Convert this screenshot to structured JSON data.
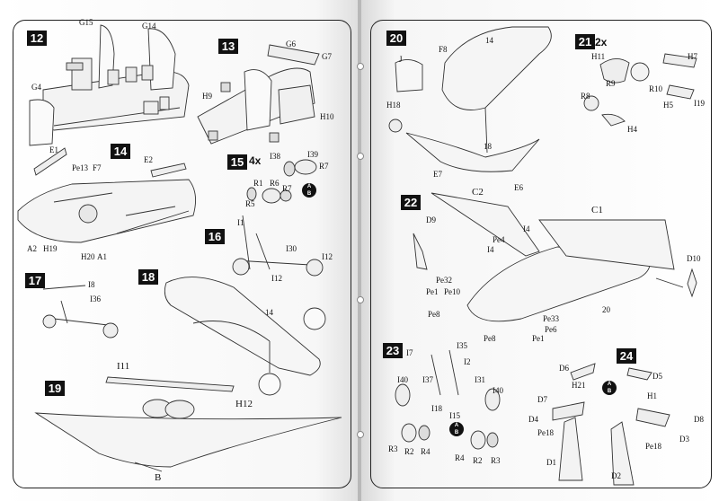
{
  "left_steps": {
    "s12": "12",
    "s13": "13",
    "s14": "14",
    "s15": "15",
    "s15_mult": "4x",
    "s16": "16",
    "s17": "17",
    "s18": "18",
    "s19": "19"
  },
  "right_steps": {
    "s20": "20",
    "s21": "21",
    "s21_mult": "2x",
    "s22": "22",
    "s23": "23",
    "s24": "24"
  },
  "left_labels": {
    "g15": "G15",
    "g14": "G14",
    "g4": "G4",
    "g6": "G6",
    "g7": "G7",
    "h9": "H9",
    "h10": "H10",
    "e1": "E1",
    "e2": "E2",
    "pe13": "Pe13",
    "f7": "F7",
    "a2": "A2",
    "a1": "A1",
    "h19": "H19",
    "h20": "H20",
    "i38": "I38",
    "i39": "I39",
    "r7a": "R7",
    "r1": "R1",
    "r6": "R6",
    "r7b": "R7",
    "r5": "R5",
    "i1": "I1",
    "i30": "I30",
    "i12a": "I12",
    "i12b": "I12",
    "i8": "I8",
    "i36": "I36",
    "s18_part": "14",
    "i11": "I11",
    "h12": "H12",
    "b": "B"
  },
  "right_labels": {
    "j": "J",
    "f8": "F8",
    "s20_part": "14",
    "h18": "H18",
    "s20_part18": "18",
    "e7": "E7",
    "e6": "E6",
    "h11": "H11",
    "h7": "H7",
    "r8": "R8",
    "r9": "R9",
    "r10": "R10",
    "h5": "H5",
    "h4": "H4",
    "i19": "I19",
    "c2": "C2",
    "c1": "C1",
    "d9": "D9",
    "i4a": "I4",
    "i4b": "I4",
    "pe4": "Pe4",
    "d10": "D10",
    "pe32": "Pe32",
    "pe1a": "Pe1",
    "pe10": "Pe10",
    "pe8a": "Pe8",
    "pe33": "Pe33",
    "pe6": "Pe6",
    "pe8b": "Pe8",
    "pe1b": "Pe1",
    "s22_part": "20",
    "i7": "I7",
    "i35": "I35",
    "i2": "I2",
    "i40a": "I40",
    "i37": "I37",
    "i31": "I31",
    "i40b": "I40",
    "i18": "I18",
    "i15": "I15",
    "r3a": "R3",
    "r2a": "R2",
    "r4a": "R4",
    "r4b": "R4",
    "r2b": "R2",
    "r3b": "R3",
    "d6": "D6",
    "d5": "D5",
    "h21": "H21",
    "h1": "H1",
    "d7": "D7",
    "d4": "D4",
    "d8": "D8",
    "pe18a": "Pe18",
    "pe18b": "Pe18",
    "d3": "D3",
    "d1": "D1",
    "d2": "D2"
  },
  "ab_marker": {
    "top": "A",
    "bottom": "B"
  }
}
